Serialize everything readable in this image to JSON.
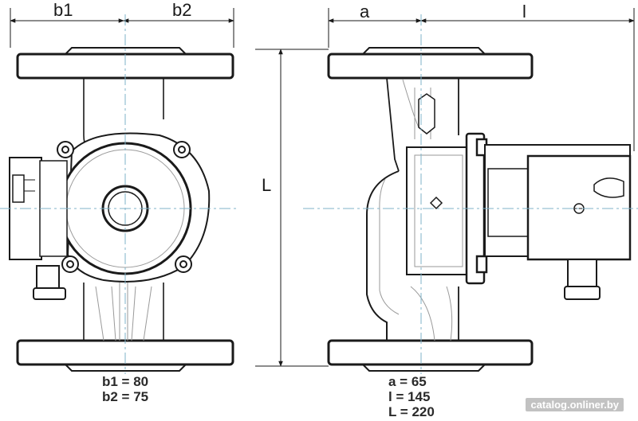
{
  "dimensions": {
    "front": {
      "b1": "b1",
      "b2": "b2"
    },
    "side": {
      "a": "a",
      "l": "l",
      "L": "L"
    }
  },
  "specs": {
    "front": [
      "b1 = 80",
      "b2 = 75"
    ],
    "side": [
      "a = 65",
      "l = 145",
      "L = 220"
    ]
  },
  "watermark": "catalog.onliner.by",
  "colors": {
    "outline": "#1a1a1a",
    "hidden": "#9a9a9a",
    "center": "#7fb3c8"
  }
}
